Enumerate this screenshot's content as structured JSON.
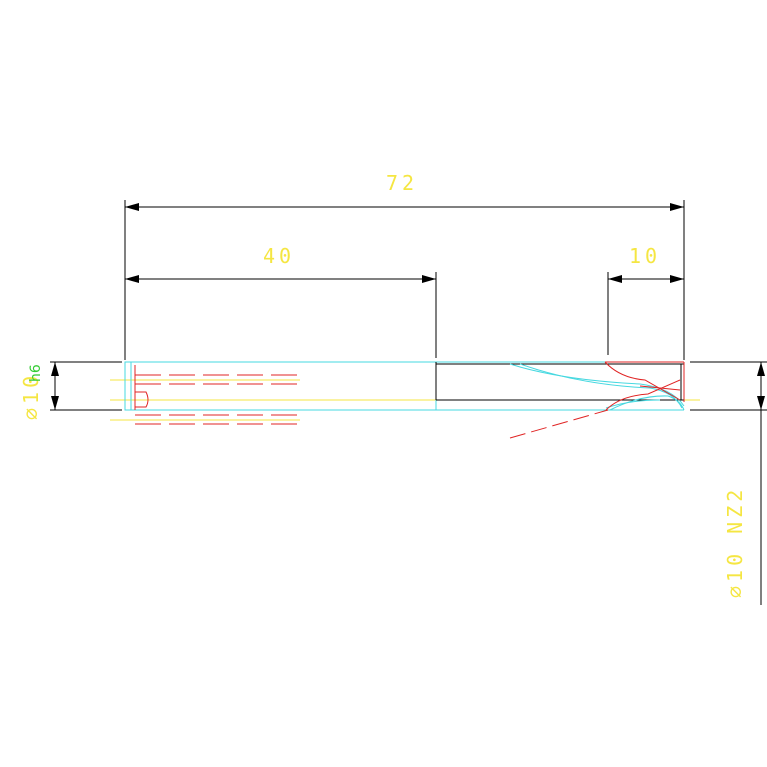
{
  "drawing": {
    "dimensions": {
      "overall_length": "72",
      "shank_length": "40",
      "tip_length": "10"
    },
    "labels": {
      "shank_diameter": "∅10",
      "shank_tolerance": "h6",
      "cutter_diameter": "∅10 NZ2"
    },
    "colors": {
      "dimension_text": "#f5e642",
      "tolerance_text": "#33cc33",
      "outline": "#46d8e0",
      "hidden_lines": "#e02424",
      "centerline": "#f5e642",
      "dimension_lines": "#000000"
    }
  }
}
